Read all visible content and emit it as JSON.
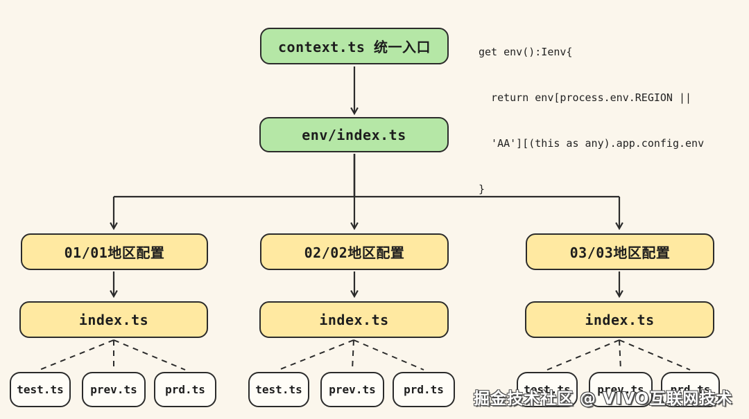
{
  "colors": {
    "background": "#fbf6ec",
    "green_fill": "#b5e7a6",
    "yellow_fill": "#ffe9a1",
    "leaf_fill": "#fffdf7",
    "stroke": "#2b2b2b"
  },
  "code_snippet": {
    "lines": [
      "get env():Ienv{",
      "  return env[process.env.REGION ||",
      "  'AA'][(this as any).app.config.env",
      "}"
    ]
  },
  "nodes": {
    "root": {
      "label": "context.ts 统一入口"
    },
    "env_index": {
      "label": "env/index.ts"
    },
    "regions": [
      {
        "label": "01/01地区配置",
        "index_label": "index.ts",
        "leaves": [
          "test.ts",
          "prev.ts",
          "prd.ts"
        ]
      },
      {
        "label": "02/02地区配置",
        "index_label": "index.ts",
        "leaves": [
          "test.ts",
          "prev.ts",
          "prd.ts"
        ]
      },
      {
        "label": "03/03地区配置",
        "index_label": "index.ts",
        "leaves": [
          "test.ts",
          "prev.ts",
          "prd.ts"
        ]
      }
    ]
  },
  "watermark": {
    "text": "掘金技术社区 @ VIVO互联网技术"
  }
}
